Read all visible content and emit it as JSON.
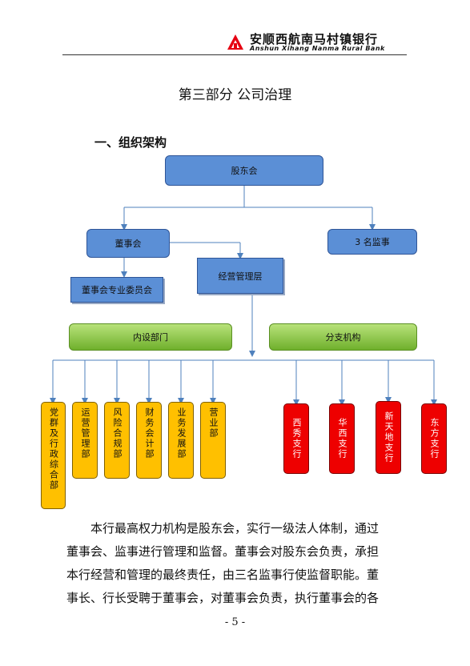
{
  "header": {
    "bank_name_cn": "安顺西航南马村镇银行",
    "bank_name_en": "Anshun Xihang Nanma Rural Bank",
    "brand_color": "#e60012"
  },
  "section_title": "第三部分 公司治理",
  "subsection_title": "一、组织架构",
  "org_chart": {
    "shareholders": "股东会",
    "board": "董事会",
    "supervisors": "3 名监事",
    "management": "经营管理层",
    "board_committee": "董事会专业委员会",
    "internal_depts_label": "内设部门",
    "branches_label": "分支机构",
    "internal_depts": [
      "党群及行政综合部",
      "运营管理部",
      "风险合规部",
      "财务会计部",
      "业务发展部",
      "营业部"
    ],
    "branches": [
      "西秀支行",
      "华西支行",
      "新天地支行",
      "东方支行"
    ]
  },
  "paragraph_lines": [
    "本行最高权力机构是股东会，实行一级法人体制，通过",
    "董事会、监事进行管理和监督。董事会对股东会负责，承担",
    "本行经营和管理的最终责任，由三名监事行使监督职能。董",
    "事长、行长受聘于董事会，对董事会负责，执行董事会的各"
  ],
  "page_number": "- 5 -"
}
